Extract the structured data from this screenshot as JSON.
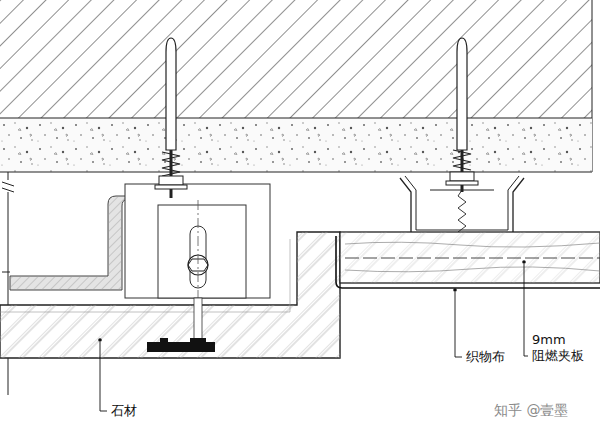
{
  "diagram": {
    "labels": [
      "石材",
      "织物布",
      "9mm 阻燃夹板",
      "知乎 @壹墨"
    ]
  }
}
